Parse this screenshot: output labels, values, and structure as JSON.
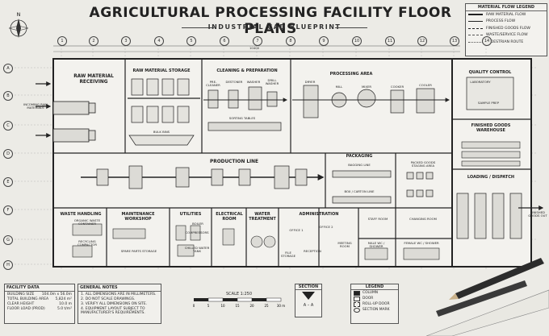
{
  "title": "AGRICULTURAL PROCESSING FACILITY FLOOR PLANS",
  "subtitle": "INDUSTRIAL CAD BLUEPRINT",
  "compass": "N",
  "legend": {
    "heading": "MATERIAL FLOW LEGEND",
    "items": [
      "RAW MATERIAL FLOW",
      "PROCESS FLOW",
      "FINISHED GOODS FLOW",
      "WASTE/SERVICE FLOW",
      "PEDESTRIAN ROUTE"
    ]
  },
  "grid": {
    "columns": [
      "1",
      "2",
      "3",
      "4",
      "5",
      "6",
      "7",
      "8",
      "9",
      "10",
      "11",
      "12",
      "13",
      "14"
    ],
    "rows": [
      "A",
      "B",
      "C",
      "D",
      "E",
      "F",
      "G",
      "H"
    ],
    "overall_dim": "10400"
  },
  "zones": {
    "raw_receiving": "RAW MATERIAL RECEIVING",
    "incoming": "INCOMING RAW MATERIALS",
    "raw_storage": "RAW MATERIAL STORAGE",
    "bulk_bins": "BULK BINS",
    "cleaning": "CLEANING & PREPARATION",
    "cleaning_sub": [
      "PRE-CLEANER",
      "DESTONER",
      "WASHER",
      "DRILL WASHER",
      "SORTING TABLES"
    ],
    "processing": "PROCESSING AREA",
    "processing_sub": [
      "DRYER",
      "MILL",
      "MIXER",
      "COOKER",
      "COOLER"
    ],
    "quality": "QUALITY CONTROL",
    "quality_sub": [
      "LABORATORY",
      "SAMPLE PREP"
    ],
    "finished_goods": "FINISHED GOODS WAREHOUSE",
    "loading": "LOADING / DISPATCH",
    "finished_out": "FINISHED GOODS OUT",
    "production": "PRODUCTION LINE",
    "packaging": "PACKAGING",
    "packaging_sub": [
      "BAGGING LINE",
      "BOX / CARTON LINE"
    ],
    "packed_goods": "PACKED GOODS STAGING AREA",
    "waste": "WASTE HANDLING",
    "waste_sub": [
      "ORGANIC WASTE CONTAINER",
      "RECYCLING COMPACTOR"
    ],
    "maintenance": "MAINTENANCE WORKSHOP",
    "maintenance_sub": [
      "SPARE PARTS STORAGE"
    ],
    "utilities": "UTILITIES",
    "utilities_sub": [
      "BOILER",
      "COMPRESSORS",
      "CHILLED WATER TANK"
    ],
    "electrical": "ELECTRICAL ROOM",
    "water": "WATER TREATMENT",
    "admin": "ADMINISTRATION",
    "admin_sub": [
      "OFFICE 1",
      "OFFICE 2",
      "FILE STORAGE",
      "RECEPTION",
      "MEETING ROOM"
    ],
    "staff": "STAFF ROOM",
    "changing": "CHANGING ROOM",
    "male": "MALE WC / SHOWER",
    "female": "FEMALE WC / SHOWER"
  },
  "facility": {
    "heading": "FACILITY DATA",
    "rows": [
      {
        "k": "BUILDING SIZE",
        "v": "104.0m x 56.0m"
      },
      {
        "k": "TOTAL BUILDING AREA",
        "v": "5,824 m²"
      },
      {
        "k": "CLEAR HEIGHT",
        "v": "10.0 m"
      },
      {
        "k": "FLOOR LOAD (PROD)",
        "v": "5.0 t/m²"
      }
    ]
  },
  "notes": {
    "heading": "GENERAL NOTES",
    "items": [
      "1. ALL DIMENSIONS ARE IN MILLIMETERS.",
      "2. DO NOT SCALE DRAWINGS.",
      "3. VERIFY ALL DIMENSIONS ON SITE.",
      "4. EQUIPMENT LAYOUT SUBJECT TO MANUFACTURER'S REQUIREMENTS."
    ]
  },
  "scale": {
    "label": "SCALE 1:250",
    "ticks": [
      "0",
      "5",
      "10",
      "15",
      "20",
      "25",
      "30 m"
    ]
  },
  "section": {
    "heading": "SECTION",
    "mark": "A – A"
  },
  "legend2": {
    "heading": "LEGEND",
    "items": [
      "COLUMN",
      "DOOR",
      "ROLL-UP DOOR",
      "SECTION MARK"
    ]
  }
}
